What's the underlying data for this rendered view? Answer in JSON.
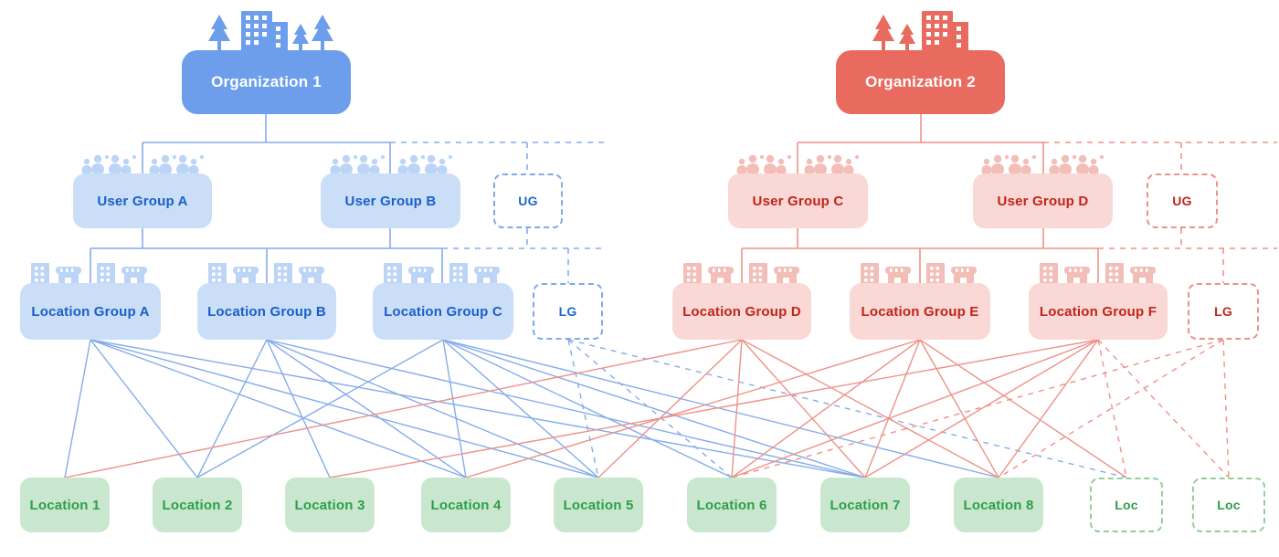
{
  "nodes": {
    "org1": "Organization 1",
    "org2": "Organization 2",
    "ug_a": "User Group A",
    "ug_b": "User Group B",
    "ug_c": "User Group C",
    "ug_d": "User Group D",
    "ug_placeholder_blue": "UG",
    "ug_placeholder_red": "UG",
    "lg_a": "Location Group A",
    "lg_b": "Location Group B",
    "lg_c": "Location Group C",
    "lg_d": "Location Group D",
    "lg_e": "Location Group E",
    "lg_f": "Location Group F",
    "lg_placeholder_blue": "LG",
    "lg_placeholder_red": "LG",
    "loc_1": "Location 1",
    "loc_2": "Location 2",
    "loc_3": "Location 3",
    "loc_4": "Location 4",
    "loc_5": "Location 5",
    "loc_6": "Location 6",
    "loc_7": "Location 7",
    "loc_8": "Location 8",
    "loc_placeholder_1": "Loc",
    "loc_placeholder_2": "Loc"
  },
  "colors": {
    "org_blue": "#6D9EEC",
    "org_red": "#E96B60",
    "tile_blue": "#CBDEF8",
    "tile_red": "#F9D8D5",
    "tile_green": "#C9E7CE",
    "text_blue": "#1A5FC9",
    "text_red": "#C0251C",
    "text_green": "#2E9E49",
    "blue_line": "#85ACEA",
    "red_line": "#EE9189",
    "green_border": "#8FD19A",
    "icon_blue": "#BCD5F6",
    "icon_red": "#F3BDB8"
  },
  "hierarchy": {
    "org1_user_groups": [
      "ug_a",
      "ug_b",
      "ug_placeholder_blue"
    ],
    "org1_location_groups": [
      "lg_a",
      "lg_b",
      "lg_c",
      "lg_placeholder_blue"
    ],
    "org2_user_groups": [
      "ug_c",
      "ug_d",
      "ug_placeholder_red"
    ],
    "org2_location_groups": [
      "lg_d",
      "lg_e",
      "lg_f",
      "lg_placeholder_red"
    ]
  },
  "edges": [
    {
      "from": "lg_a",
      "to": "loc_1",
      "line": "blue-solid"
    },
    {
      "from": "lg_a",
      "to": "loc_2",
      "line": "blue-solid"
    },
    {
      "from": "lg_a",
      "to": "loc_4",
      "line": "blue-solid"
    },
    {
      "from": "lg_a",
      "to": "loc_5",
      "line": "blue-solid"
    },
    {
      "from": "lg_a",
      "to": "loc_7",
      "line": "blue-solid"
    },
    {
      "from": "lg_b",
      "to": "loc_2",
      "line": "blue-solid"
    },
    {
      "from": "lg_b",
      "to": "loc_3",
      "line": "blue-solid"
    },
    {
      "from": "lg_b",
      "to": "loc_4",
      "line": "blue-solid"
    },
    {
      "from": "lg_b",
      "to": "loc_5",
      "line": "blue-solid"
    },
    {
      "from": "lg_b",
      "to": "loc_7",
      "line": "blue-solid"
    },
    {
      "from": "lg_c",
      "to": "loc_2",
      "line": "blue-solid"
    },
    {
      "from": "lg_c",
      "to": "loc_4",
      "line": "blue-solid"
    },
    {
      "from": "lg_c",
      "to": "loc_5",
      "line": "blue-solid"
    },
    {
      "from": "lg_c",
      "to": "loc_6",
      "line": "blue-solid"
    },
    {
      "from": "lg_c",
      "to": "loc_7",
      "line": "blue-solid"
    },
    {
      "from": "lg_c",
      "to": "loc_8",
      "line": "blue-solid"
    },
    {
      "from": "lg_placeholder_blue",
      "to": "loc_5",
      "line": "blue-dashed"
    },
    {
      "from": "lg_placeholder_blue",
      "to": "loc_6",
      "line": "blue-dashed"
    },
    {
      "from": "lg_placeholder_blue",
      "to": "loc_placeholder_1",
      "line": "blue-dashed"
    },
    {
      "from": "lg_d",
      "to": "loc_1",
      "line": "red-solid"
    },
    {
      "from": "lg_d",
      "to": "loc_5",
      "line": "red-solid"
    },
    {
      "from": "lg_d",
      "to": "loc_6",
      "line": "red-solid"
    },
    {
      "from": "lg_d",
      "to": "loc_7",
      "line": "red-solid"
    },
    {
      "from": "lg_d",
      "to": "loc_8",
      "line": "red-solid"
    },
    {
      "from": "lg_e",
      "to": "loc_4",
      "line": "red-solid"
    },
    {
      "from": "lg_e",
      "to": "loc_6",
      "line": "red-solid"
    },
    {
      "from": "lg_e",
      "to": "loc_7",
      "line": "red-solid"
    },
    {
      "from": "lg_e",
      "to": "loc_8",
      "line": "red-solid"
    },
    {
      "from": "lg_e",
      "to": "loc_placeholder_1",
      "line": "red-solid"
    },
    {
      "from": "lg_f",
      "to": "loc_3",
      "line": "red-solid"
    },
    {
      "from": "lg_f",
      "to": "loc_6",
      "line": "red-solid"
    },
    {
      "from": "lg_f",
      "to": "loc_7",
      "line": "red-solid"
    },
    {
      "from": "lg_f",
      "to": "loc_8",
      "line": "red-solid"
    },
    {
      "from": "lg_f",
      "to": "loc_placeholder_1",
      "line": "red-dashed"
    },
    {
      "from": "lg_f",
      "to": "loc_placeholder_2",
      "line": "red-dashed"
    },
    {
      "from": "lg_placeholder_red",
      "to": "loc_6",
      "line": "red-dashed"
    },
    {
      "from": "lg_placeholder_red",
      "to": "loc_8",
      "line": "red-dashed"
    },
    {
      "from": "lg_placeholder_red",
      "to": "loc_placeholder_2",
      "line": "red-dashed"
    }
  ]
}
